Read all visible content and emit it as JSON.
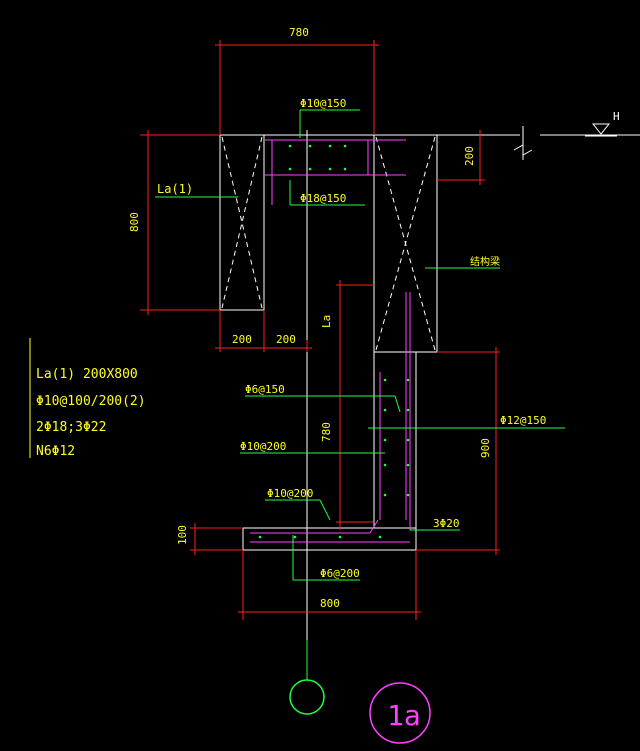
{
  "colors": {
    "background": "#000000",
    "outline": "#ffffff",
    "dimension": "#ff2020",
    "leader": "#20ff40",
    "rebar": "#ff40ff",
    "text": "#ffff20",
    "circle_green": "#20ff40",
    "circle_magenta": "#ff40ff"
  },
  "dimensions": {
    "top_width": "780",
    "left_height": "800",
    "top_slab_thickness": "200",
    "bottom_left_1": "200",
    "bottom_left_2": "200",
    "wall_height": "780",
    "anchor_length": "La",
    "right_height": "900",
    "base_height": "100",
    "base_width": "800"
  },
  "labels": {
    "water_level": "H",
    "beam_ref": "La(1)",
    "top_rebar": "Φ10@150",
    "mid_rebar": "Φ18@150",
    "beam_label": "结构梁",
    "stirrup_6": "Φ6@150",
    "rebar_12": "Φ12@150",
    "rebar_10_200": "Φ10@200",
    "rebar_10_200_b": "Φ10@200",
    "rebar_3_20": "3Φ20",
    "rebar_6_200": "Φ6@200"
  },
  "legend": {
    "line1": "La(1) 200X800",
    "line2": "Φ10@100/200(2)",
    "line3": "2Φ18;3Φ22",
    "line4": "N6Φ12"
  },
  "section_mark": {
    "label": "1a"
  }
}
